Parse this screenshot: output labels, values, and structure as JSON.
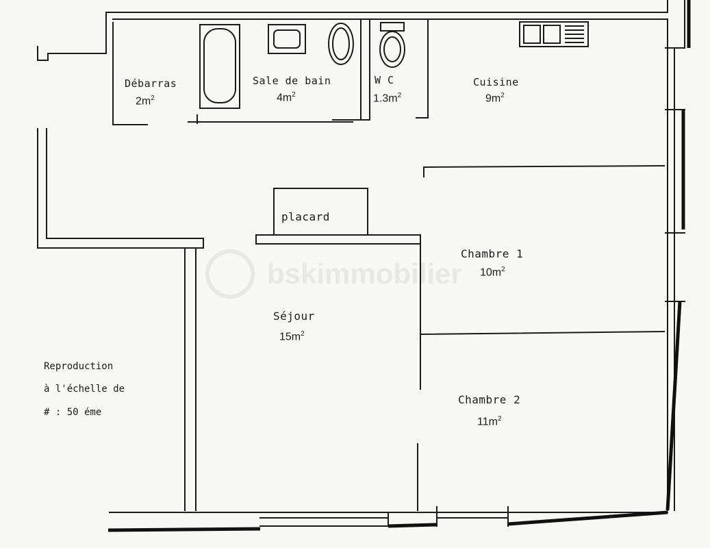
{
  "rooms": {
    "debarras": {
      "name": "Débarras",
      "area": "2m",
      "unit_sup": "2"
    },
    "salle_de_bain": {
      "name": "Sale de bain",
      "area": "4m",
      "unit_sup": "2"
    },
    "wc": {
      "name": "W C",
      "area": "1.3m",
      "unit_sup": "2"
    },
    "cuisine": {
      "name": "Cuisine",
      "area": "9m",
      "unit_sup": "2"
    },
    "placard": {
      "name": "placard"
    },
    "chambre1": {
      "name": "Chambre 1",
      "area": "10m",
      "unit_sup": "2"
    },
    "sejour": {
      "name": "Séjour",
      "area": "15m",
      "unit_sup": "2"
    },
    "chambre2": {
      "name": "Chambre 2",
      "area": "11m",
      "unit_sup": "2"
    }
  },
  "scale_note": {
    "line1": "Reproduction",
    "line2": "à l'échelle de",
    "line3": "# : 50 éme"
  },
  "watermark": {
    "text": "bskimmobilier"
  },
  "colors": {
    "ink": "#1a1a1a",
    "paper": "#f7f7f5"
  }
}
